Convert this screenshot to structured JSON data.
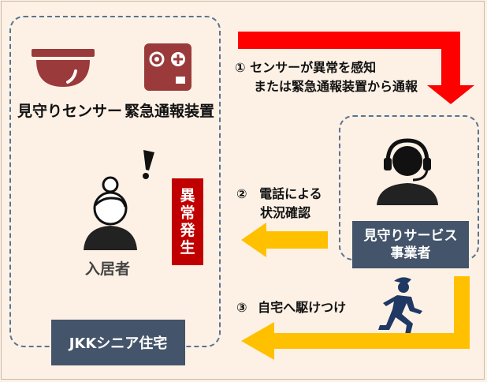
{
  "labels": {
    "sensor": "見守りセンサー",
    "emergency_device": "緊急通報装置",
    "resident": "入居者",
    "abnormal": "異常発生",
    "housing": "JKKシニア住宅",
    "service_line1": "見守りサービス",
    "service_line2": "事業者"
  },
  "steps": {
    "step1_num": "①",
    "step1_line1": "センサーが異常を感知",
    "step1_line2": "または緊急通報装置から通報",
    "step2_num": "②",
    "step2_line1": "電話による",
    "step2_line2": "状況確認",
    "step3_num": "③",
    "step3_text": "自宅へ駆けつけ"
  },
  "colors": {
    "red_arrow": "#ff0000",
    "yellow_arrow": "#ffc000",
    "navy": "#44546a",
    "device_maroon": "#9b3a3a",
    "alert_red": "#c00000",
    "dashed_border": "#5a7391"
  },
  "icons": [
    "ceiling-sensor-icon",
    "emergency-device-icon",
    "elderly-resident-icon",
    "exclamation-icon",
    "operator-headset-icon",
    "running-staff-icon"
  ]
}
